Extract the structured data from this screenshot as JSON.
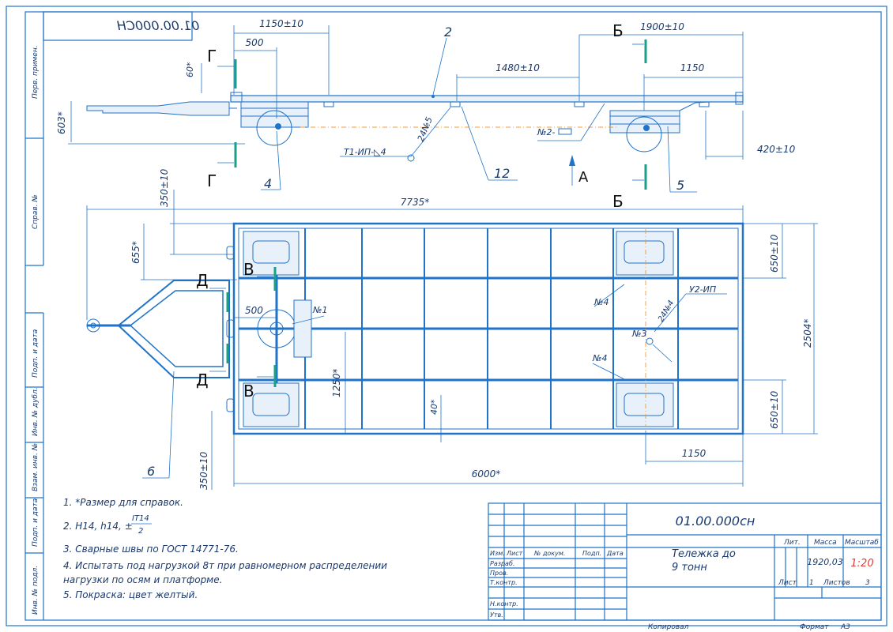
{
  "top_stamp": "01.00.000СН",
  "side_labels": [
    "Перв. примен.",
    "Справ. №",
    "Подп. и дата",
    "Инв. № дубл.",
    "Взам. инв. №",
    "Подп. и дата",
    "Инв. № подл."
  ],
  "side_view": {
    "dims": {
      "d1150_top": "1150±10",
      "d500": "500",
      "d60": "60*",
      "d603": "603*",
      "d1480": "1480±10",
      "d1900": "1900±10",
      "d1150_right": "1150",
      "d420": "420±10"
    },
    "weld": "Т1-ИП-◺4",
    "n2": "№2-",
    "angle_24": "24№5",
    "arrow_a": "А",
    "callouts": [
      "2",
      "4",
      "12",
      "5"
    ],
    "sections": [
      "Г",
      "Г",
      "Б",
      "Б"
    ]
  },
  "plan_view": {
    "dims": {
      "d7735": "7735*",
      "d350_top": "350±10",
      "d655": "655*",
      "d500": "500",
      "d1250": "1250*",
      "d40": "40*",
      "d350_bottom": "350±10",
      "d6000": "6000*",
      "d1150": "1150",
      "d650_top": "650±10",
      "d650_bottom": "650±10",
      "d2504": "2504*"
    },
    "labels": {
      "n1": "№1",
      "n3": "№3",
      "n4a": "№4",
      "n4b": "№4",
      "weld2": "У2-ИП",
      "angle": "24№4",
      "callout6": "6"
    },
    "sections": [
      "В",
      "В",
      "Д",
      "Д"
    ]
  },
  "notes": [
    "1. *Размер для справок.",
    "2. H14, h14, ±",
    "3. Сварные швы по ГОСТ 14771-76.",
    "4. Испытать под нагрузкой 8т при равномерном распределении",
    "нагрузки по осям и платформе.",
    "5. Покраска: цвет желтый."
  ],
  "note2_fraction": {
    "num": "IT14",
    "den": "2"
  },
  "title_block": {
    "designation": "01.00.000сн",
    "name_line1": "Тележка до",
    "name_line2": "9 тонн",
    "lit_label": "Лит.",
    "mass_label": "Масса",
    "scale_label": "Масштаб",
    "mass_value": "1920,03",
    "scale_value": "1:20",
    "sheet_label": "Лист",
    "sheet_value": "1",
    "sheets_label": "Листов",
    "sheets_value": "3",
    "headers": [
      "Изм.",
      "Лист",
      "№ докум.",
      "Подп.",
      "Дата"
    ],
    "roles": [
      "Разраб.",
      "Пров.",
      "Т.контр.",
      "",
      "Н.контр.",
      "Утв."
    ]
  },
  "footer": {
    "copied": "Копировал",
    "format_label": "Формат",
    "format_value": "А3"
  }
}
